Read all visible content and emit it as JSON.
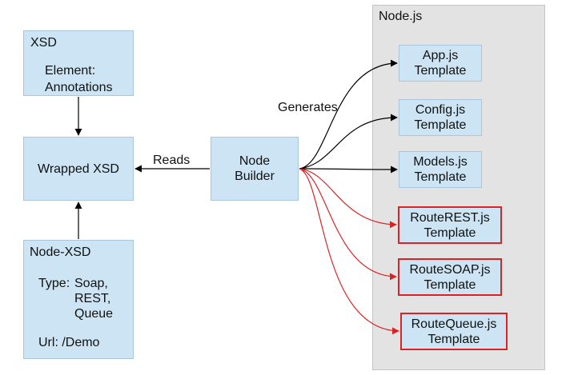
{
  "container": {
    "title": "Node.js"
  },
  "xsd_box": {
    "title": "XSD",
    "line1": "Element:",
    "line2": "Annotations"
  },
  "wrapped_xsd": {
    "label": "Wrapped XSD"
  },
  "node_xsd_box": {
    "title": "Node-XSD",
    "type_label": "Type:",
    "type_values": [
      "Soap,",
      "REST,",
      "Queue"
    ],
    "url_text": "Url: /Demo"
  },
  "node_builder": {
    "line1": "Node",
    "line2": "Builder"
  },
  "edge_labels": {
    "reads": "Reads",
    "generates": "Generates"
  },
  "templates": [
    {
      "line1": "App.js",
      "line2": "Template"
    },
    {
      "line1": "Config.js",
      "line2": "Template"
    },
    {
      "line1": "Models.js",
      "line2": "Template"
    },
    {
      "line1": "RouteREST.js",
      "line2": "Template"
    },
    {
      "line1": "RouteSOAP.js",
      "line2": "Template"
    },
    {
      "line1": "RouteQueue.js",
      "line2": "Template"
    }
  ],
  "colors": {
    "box_fill": "#cce4f3",
    "container_fill": "#e3e3e3",
    "highlight_border": "#dd2222",
    "arrow_black": "#000000",
    "arrow_red": "#dd2222"
  }
}
